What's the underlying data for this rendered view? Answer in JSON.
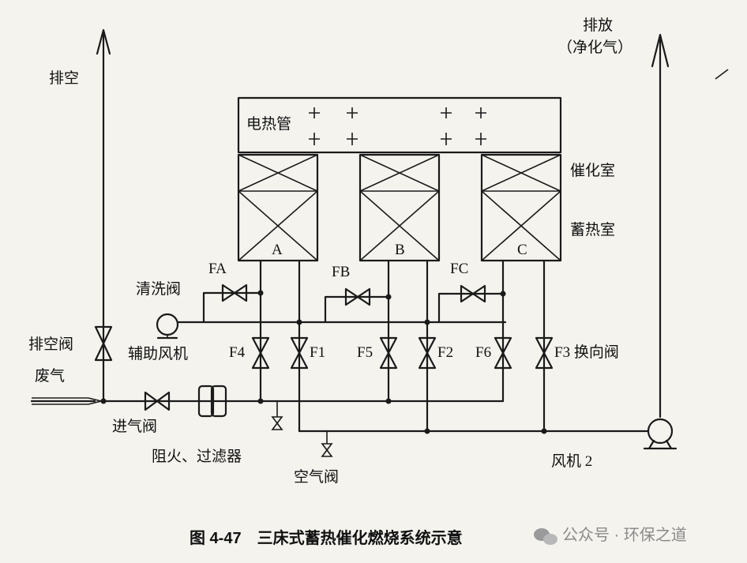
{
  "labels": {
    "vent_top": "排空",
    "discharge": "排放",
    "purified": "（净化气）",
    "heater": "电热管",
    "catalysis_chamber": "催化室",
    "regenerator": "蓄热室",
    "bed_a": "A",
    "bed_b": "B",
    "bed_c": "C",
    "fa": "FA",
    "fb": "FB",
    "fc": "FC",
    "wash_valve": "清洗阀",
    "vent_valve": "排空阀",
    "aux_fan": "辅助风机",
    "exhaust_gas": "废气",
    "f4": "F4",
    "f1": "F1",
    "f5": "F5",
    "f2": "F2",
    "f6": "F6",
    "f3": "F3 换向阀",
    "inlet_valve": "进气阀",
    "flame_filter": "阻火、过滤器",
    "air_valve": "空气阀",
    "fan2": "风机 2"
  },
  "caption": "图 4-47　三床式蓄热催化燃烧系统示意",
  "watermark": "公众号 · 环保之道"
}
